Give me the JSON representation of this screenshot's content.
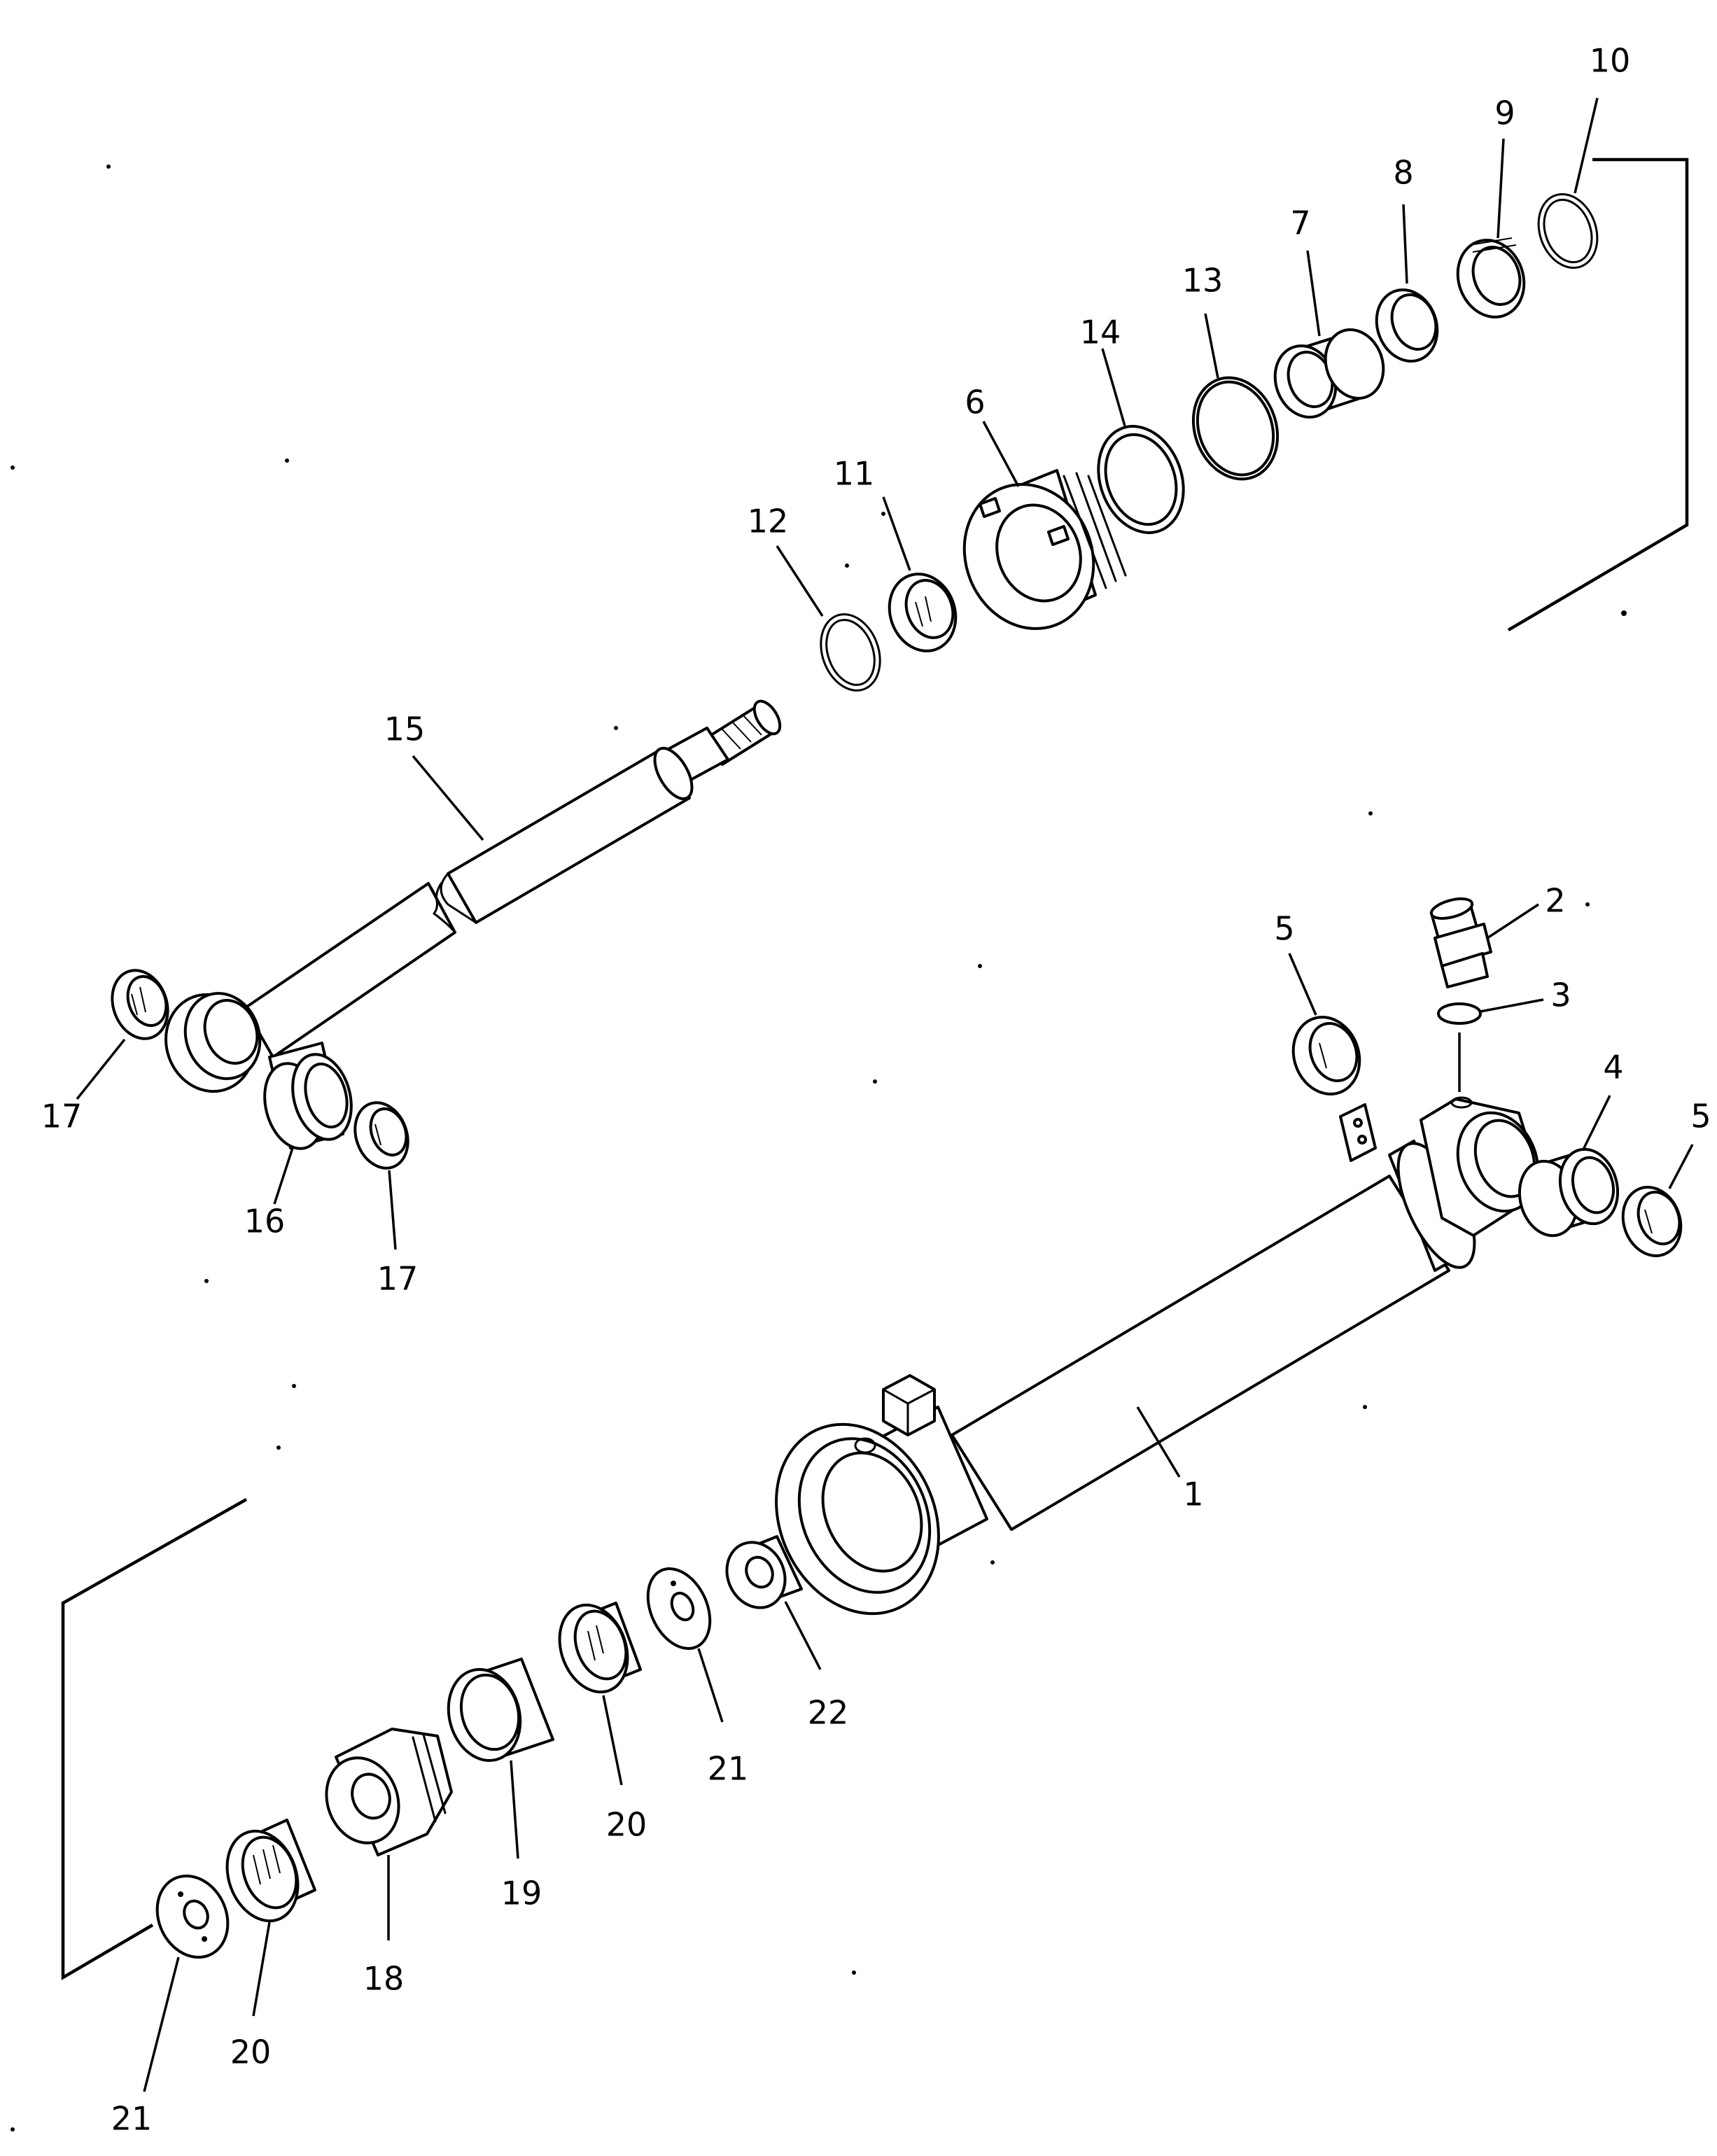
{
  "callouts": {
    "n1": "1",
    "n2": "2",
    "n3": "3",
    "n4": "4",
    "n5a": "5",
    "n5b": "5",
    "n6": "6",
    "n7": "7",
    "n8": "8",
    "n9": "9",
    "n10": "10",
    "n11": "11",
    "n12": "12",
    "n13": "13",
    "n14": "14",
    "n15": "15",
    "n16": "16",
    "n17a": "17",
    "n17b": "17",
    "n18": "18",
    "n19": "19",
    "n20a": "20",
    "n20b": "20",
    "n21a": "21",
    "n21b": "21",
    "n22": "22"
  },
  "colors": {
    "ink": "#000000",
    "paper": "#ffffff"
  }
}
